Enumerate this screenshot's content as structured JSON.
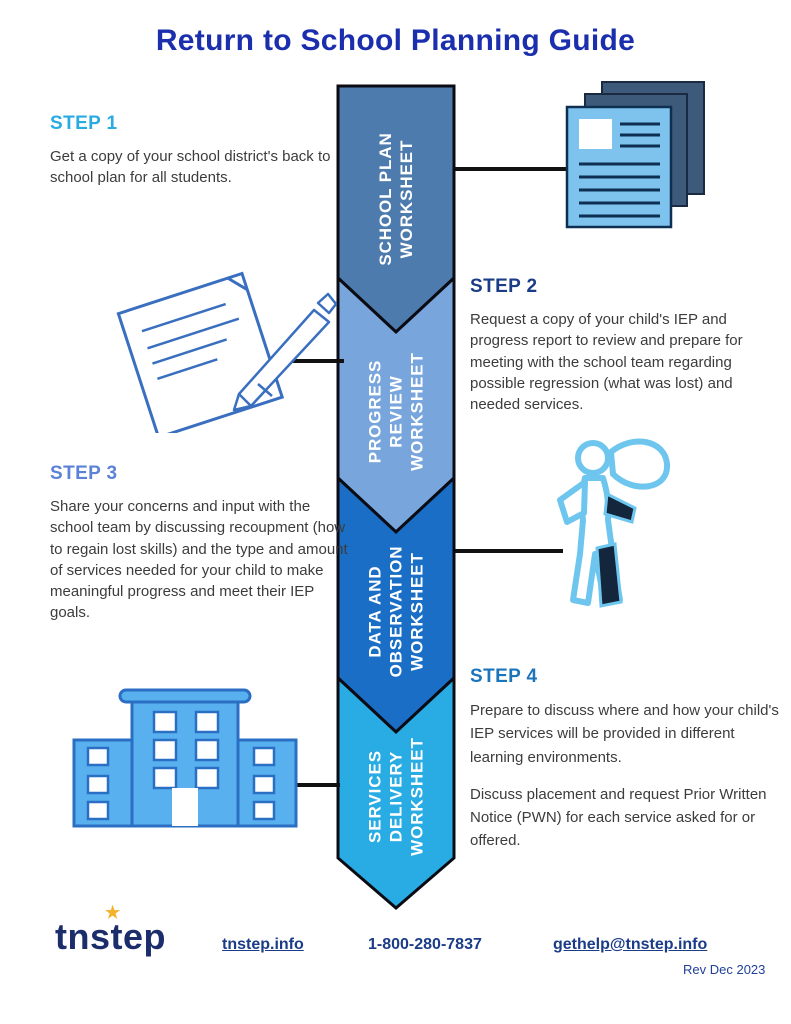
{
  "title": "Return to School Planning Guide",
  "steps": [
    {
      "label": "STEP 1",
      "color": "#29abe2",
      "paragraphs": [
        "Get a copy of your school district's back to school plan for all students."
      ]
    },
    {
      "label": "STEP 2",
      "color": "#1b3c87",
      "paragraphs": [
        "Request a copy of your child's IEP and progress report to review and prepare for meeting with the school team regarding possible regression (what was lost) and needed services."
      ]
    },
    {
      "label": "STEP 3",
      "color": "#5b82d8",
      "paragraphs": [
        "Share your concerns  and input with the school team by discussing recoupment (how to regain lost skills) and the type and amount of services needed for  your  child to make meaningful progress and meet their IEP goals."
      ]
    },
    {
      "label": "STEP 4",
      "color": "#1b75bc",
      "paragraphs": [
        "Prepare to discuss where and how your child's IEP services will be provided in different learning environments.",
        "Discuss placement and request Prior Written Notice (PWN) for each service asked for or offered."
      ]
    }
  ],
  "worksheets": [
    {
      "name": "school-plan",
      "color": "#4d7bad",
      "lines": [
        "SCHOOL PLAN",
        "WORKSHEET"
      ]
    },
    {
      "name": "progress-review",
      "color": "#78a6dc",
      "lines": [
        "PROGRESS",
        "REVIEW",
        "WORKSHEET"
      ]
    },
    {
      "name": "data-observation",
      "color": "#1a6ec5",
      "lines": [
        "DATA AND",
        "OBSERVATION",
        "WORKSHEET"
      ]
    },
    {
      "name": "services-delivery",
      "color": "#29abe3",
      "lines": [
        "SERVICES",
        "DELIVERY",
        "WORKSHEET"
      ]
    }
  ],
  "icons": {
    "documents": "documents-icon",
    "pen_paper": "pen-and-paper-icon",
    "person": "person-icon",
    "building": "school-building-icon"
  },
  "footer": {
    "logo": "tnstep",
    "star": "★",
    "website": "tnstep.info",
    "phone": "1-800-280-7837",
    "email": "gethelp@tnstep.info",
    "revision": "Rev Dec 2023"
  },
  "colors": {
    "title": "#1b2fae",
    "body_text": "#3c3c3c",
    "connector": "#111111",
    "label_text": "#ffffff",
    "doc_back": "#3e5a7a",
    "doc_front": "#7ec3ee",
    "line_art": "#3a6fc0",
    "person_light": "#6ec6ef",
    "person_dark": "#14263c",
    "building_fill": "#58b0ee",
    "building_stroke": "#2a6fc4"
  }
}
